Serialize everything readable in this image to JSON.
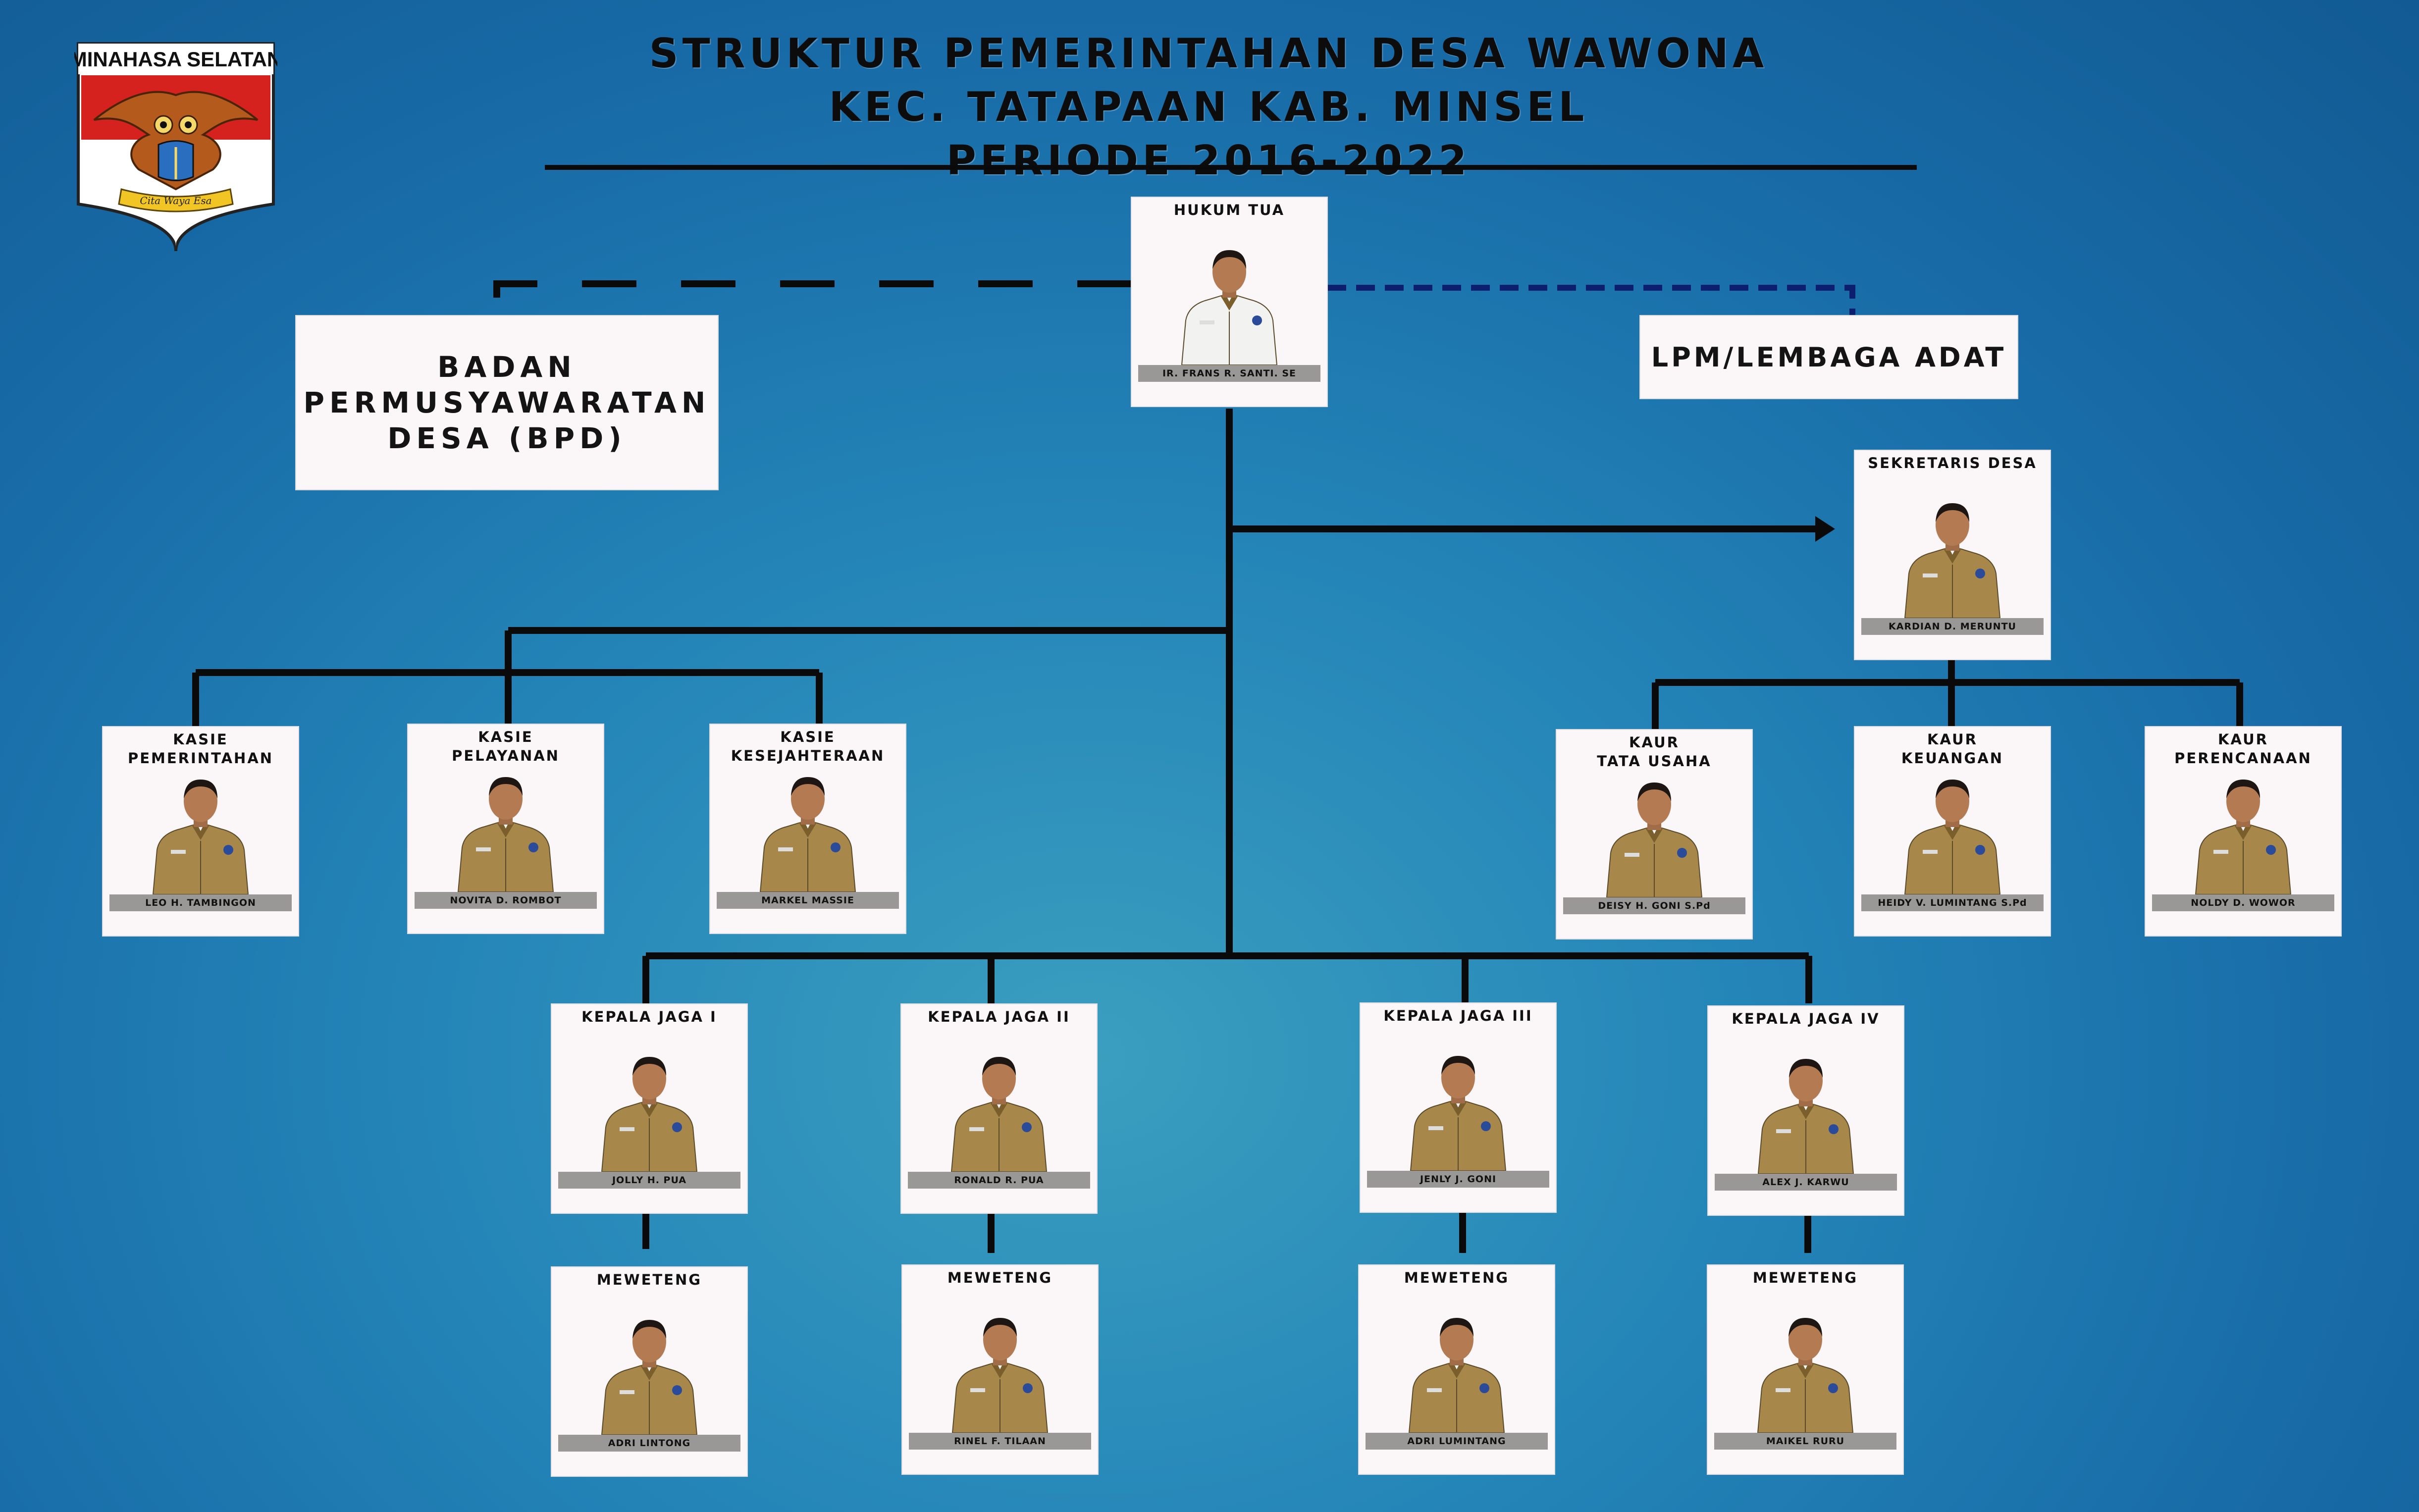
{
  "title": {
    "line1": "STRUKTUR PEMERINTAHAN DESA WAWONA",
    "line2": "KEC. TATAPAAN KAB. MINSEL",
    "line3": "PERIODE 2016-2022"
  },
  "emblem": {
    "label": "MINAHASA SELATAN",
    "motto": "Cita Waya Esa",
    "icon": "owl-emblem-icon"
  },
  "boxes": {
    "bpd": "BADAN\nPERMUSYAWARATAN\nDESA (BPD)",
    "lpm": "LPM/LEMBAGA ADAT"
  },
  "cards": {
    "hukum_tua": {
      "title": "HUKUM TUA",
      "name": "IR. FRANS R. SANTI. SE"
    },
    "sekretaris": {
      "title": "SEKRETARIS DESA",
      "name": "KARDIAN D. MERUNTU"
    },
    "kasie_pem": {
      "title": "KASIE\nPEMERINTAHAN",
      "name": "LEO H. TAMBINGON"
    },
    "kasie_pel": {
      "title": "KASIE\nPELAYANAN",
      "name": "NOVITA D. ROMBOT"
    },
    "kasie_kes": {
      "title": "KASIE\nKESEJAHTERAAN",
      "name": "MARKEL MASSIE"
    },
    "kaur_tu": {
      "title": "KAUR\nTATA USAHA",
      "name": "DEISY H. GONI S.Pd"
    },
    "kaur_keu": {
      "title": "KAUR\nKEUANGAN",
      "name": "HEIDY V. LUMINTANG S.Pd"
    },
    "kaur_per": {
      "title": "KAUR\nPERENCANAAN",
      "name": "NOLDY D. WOWOR"
    },
    "jaga1": {
      "title": "KEPALA JAGA I",
      "name": "JOLLY H. PUA"
    },
    "jaga2": {
      "title": "KEPALA JAGA II",
      "name": "RONALD R. PUA"
    },
    "jaga3": {
      "title": "KEPALA JAGA III",
      "name": "JENLY J. GONI"
    },
    "jaga4": {
      "title": "KEPALA JAGA IV",
      "name": "ALEX J. KARWU"
    },
    "mew1": {
      "title": "MEWETENG",
      "name": "ADRI LINTONG"
    },
    "mew2": {
      "title": "MEWETENG",
      "name": "RINEL F. TILAAN"
    },
    "mew3": {
      "title": "MEWETENG",
      "name": "ADRI LUMINTANG"
    },
    "mew4": {
      "title": "MEWETENG",
      "name": "MAIKEL RURU"
    }
  },
  "colors": {
    "uniform_khaki": "#a8884a",
    "uniform_white": "#f2f2f0",
    "line": "#0a0a0a",
    "lpm_link": "#0c1f6e",
    "emblem_red": "#d6221e"
  }
}
